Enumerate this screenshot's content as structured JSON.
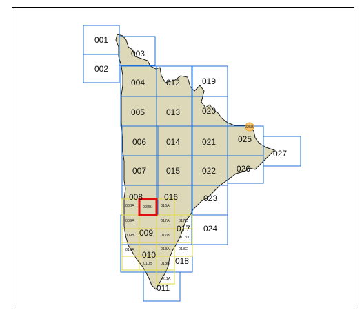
{
  "colors": {
    "land": "#dcd8b8",
    "land_outline": "#1a1a1a",
    "grid_blue": "#1f6fd6",
    "grid_yellow": "#e3d94a",
    "highlight": "#e01010",
    "marker": "#f0a030"
  },
  "tiles": {
    "t001": "001",
    "t002": "002",
    "t003": "003",
    "t004": "004",
    "t005": "005",
    "t006": "006",
    "t007": "007",
    "t008": "008",
    "t009": "009",
    "t010": "010",
    "t011": "011",
    "t012": "012",
    "t013": "013",
    "t014": "014",
    "t015": "015",
    "t016": "016",
    "t017": "017",
    "t018": "018",
    "t019": "019",
    "t020": "020",
    "t021": "021",
    "t022": "022",
    "t023": "023",
    "t024": "024",
    "t025": "025",
    "t026": "026",
    "t027": "027"
  },
  "subtiles": {
    "s008A": "008A",
    "s008B": "008B",
    "s016A": "016A",
    "s009A": "009A",
    "s017A": "017A",
    "s017C": "017C",
    "s009B": "009B",
    "s017B": "017B",
    "s017D": "017D",
    "s010A": "010A",
    "s018A": "018A",
    "s018C": "018C",
    "s010B": "010B",
    "s018B": "018B",
    "s011A": "011A",
    "s025B": "025B"
  }
}
